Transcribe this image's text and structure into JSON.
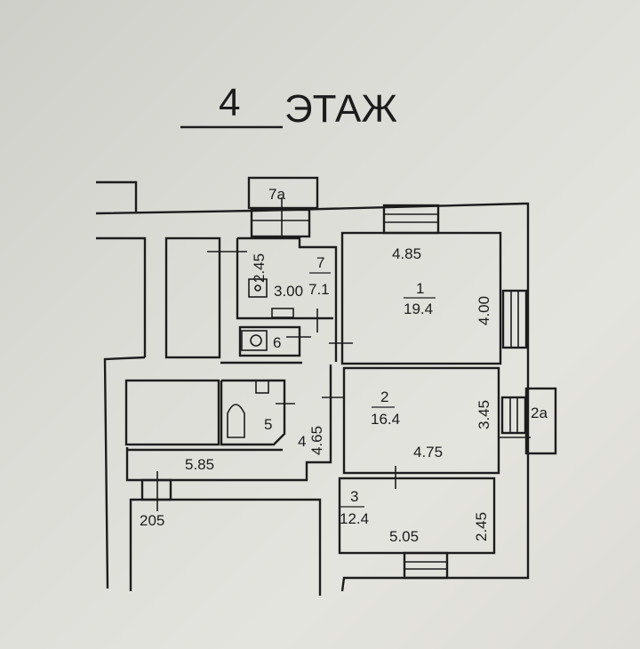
{
  "title": {
    "floor_number": "4",
    "floor_word": "ЭТАЖ"
  },
  "rooms": [
    {
      "id": "1",
      "area": "19.4",
      "width": "4.85",
      "depth": "4.00"
    },
    {
      "id": "2",
      "area": "16.4",
      "width": "4.75",
      "depth": "3.45"
    },
    {
      "id": "3",
      "area": "12.4",
      "width": "5.05",
      "depth": "2.45"
    },
    {
      "id": "4",
      "length": "4.65",
      "width": "5.85"
    },
    {
      "id": "5"
    },
    {
      "id": "6"
    },
    {
      "id": "7",
      "area": "7.1",
      "width": "3.00",
      "depth": "2.45"
    },
    {
      "id": "7а"
    },
    {
      "id": "2а"
    }
  ],
  "stairwell_label": "205"
}
